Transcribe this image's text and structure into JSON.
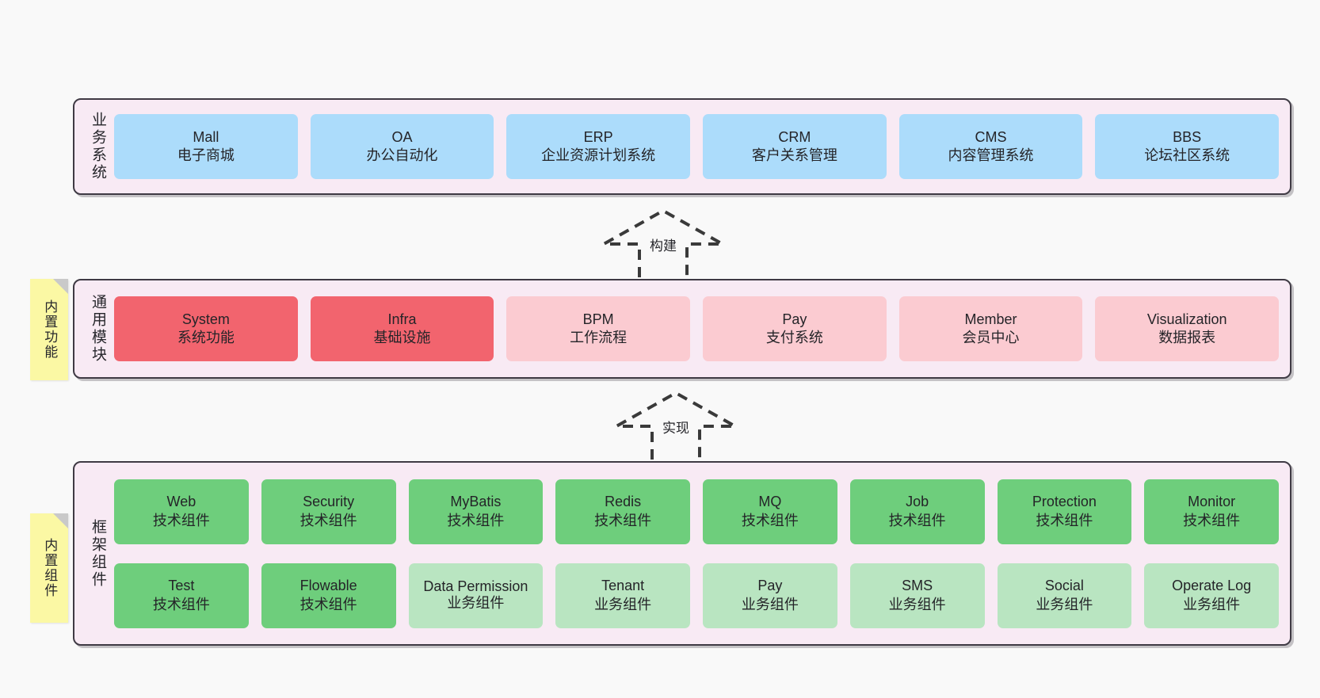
{
  "diagram": {
    "title": "Layered architecture diagram",
    "background": "#F9F9F9",
    "container_bg": "#F8EAF4",
    "container_border": "#3F3A44"
  },
  "colors": {
    "blue": "#ACDCFB",
    "red": "#F2646E",
    "pink": "#FBCBD1",
    "green": "#6ECE7C",
    "light_green": "#B9E5C1",
    "sticky_yellow": "#FBF8A4",
    "fold_gray": "#C9C9C9"
  },
  "layers": [
    {
      "label": "业务系统",
      "rows": [
        {
          "nodes": [
            {
              "en": "Mall",
              "cn": "电子商城",
              "color": "blue"
            },
            {
              "en": "OA",
              "cn": "办公自动化",
              "color": "blue"
            },
            {
              "en": "ERP",
              "cn": "企业资源计划系统",
              "color": "blue"
            },
            {
              "en": "CRM",
              "cn": "客户关系管理",
              "color": "blue"
            },
            {
              "en": "CMS",
              "cn": "内容管理系统",
              "color": "blue"
            },
            {
              "en": "BBS",
              "cn": "论坛社区系统",
              "color": "blue"
            }
          ]
        }
      ]
    },
    {
      "label": "通用模块",
      "sticky": "内置功能",
      "rows": [
        {
          "nodes": [
            {
              "en": "System",
              "cn": "系统功能",
              "color": "red"
            },
            {
              "en": "Infra",
              "cn": "基础设施",
              "color": "red"
            },
            {
              "en": "BPM",
              "cn": "工作流程",
              "color": "pink"
            },
            {
              "en": "Pay",
              "cn": "支付系统",
              "color": "pink"
            },
            {
              "en": "Member",
              "cn": "会员中心",
              "color": "pink"
            },
            {
              "en": "Visualization",
              "cn": "数据报表",
              "color": "pink"
            }
          ]
        }
      ]
    },
    {
      "label": "框架组件",
      "sticky": "内置组件",
      "rows": [
        {
          "nodes": [
            {
              "en": "Web",
              "cn": "技术组件",
              "color": "green"
            },
            {
              "en": "Security",
              "cn": "技术组件",
              "color": "green"
            },
            {
              "en": "MyBatis",
              "cn": "技术组件",
              "color": "green"
            },
            {
              "en": "Redis",
              "cn": "技术组件",
              "color": "green"
            },
            {
              "en": "MQ",
              "cn": "技术组件",
              "color": "green"
            },
            {
              "en": "Job",
              "cn": "技术组件",
              "color": "green"
            },
            {
              "en": "Protection",
              "cn": "技术组件",
              "color": "green"
            },
            {
              "en": "Monitor",
              "cn": "技术组件",
              "color": "green"
            }
          ]
        },
        {
          "nodes": [
            {
              "en": "Test",
              "cn": "技术组件",
              "color": "green"
            },
            {
              "en": "Flowable",
              "cn": "技术组件",
              "color": "green"
            },
            {
              "en": "Data Permission",
              "cn": "业务组件",
              "color": "light_green"
            },
            {
              "en": "Tenant",
              "cn": "业务组件",
              "color": "light_green"
            },
            {
              "en": "Pay",
              "cn": "业务组件",
              "color": "light_green"
            },
            {
              "en": "SMS",
              "cn": "业务组件",
              "color": "light_green"
            },
            {
              "en": "Social",
              "cn": "业务组件",
              "color": "light_green"
            },
            {
              "en": "Operate Log",
              "cn": "业务组件",
              "color": "light_green"
            }
          ]
        }
      ]
    }
  ],
  "arrows": [
    {
      "label": "构建",
      "name": "arrow-build"
    },
    {
      "label": "实现",
      "name": "arrow-implement"
    }
  ]
}
